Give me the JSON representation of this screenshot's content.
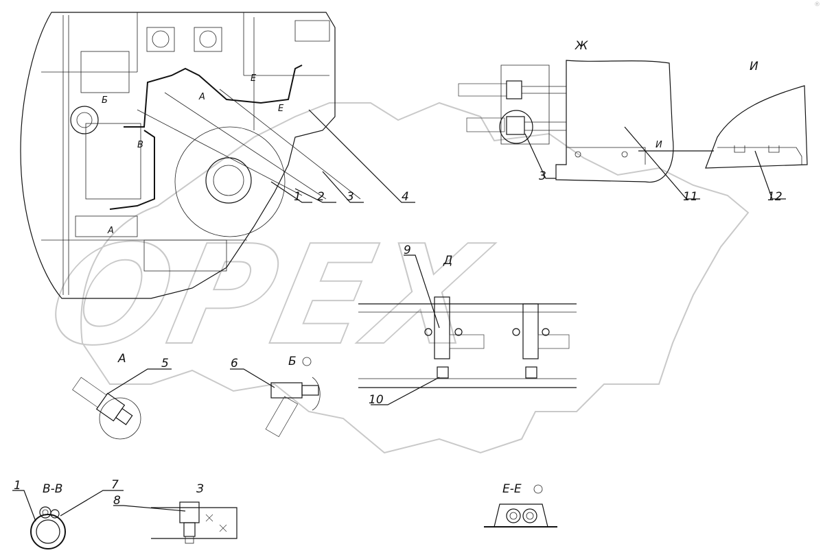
{
  "watermark": {
    "text": "OPEX",
    "corner_mark": "®"
  },
  "views": {
    "A": "А",
    "B": "Б",
    "VV": "В-В",
    "Z": "З",
    "D": "Д",
    "EE": "Е-Е",
    "Zh": "Ж",
    "I": "И"
  },
  "callouts": {
    "c1": "1",
    "c1b": "1",
    "c2": "2",
    "c3": "3",
    "c3b": "3",
    "c4": "4",
    "c5": "5",
    "c6": "6",
    "c7": "7",
    "c8": "8",
    "c9": "9",
    "c10": "10",
    "c11": "11",
    "c12": "12"
  },
  "inline_marks": {
    "m_A": "А",
    "m_A2": "А",
    "m_B": "Б",
    "m_V": "В",
    "m_E1": "Е",
    "m_E2": "Е",
    "m_I": "И"
  }
}
